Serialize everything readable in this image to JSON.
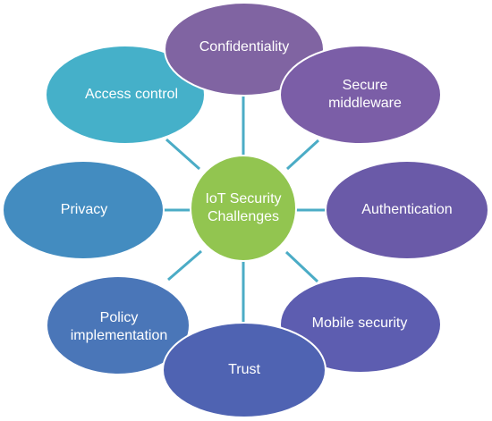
{
  "center": {
    "label": "IoT Security\nChallenges",
    "color": "#92c550"
  },
  "connector_color": "#4bacc6",
  "outline_color": "#ffffff",
  "nodes": [
    {
      "label": "Confidentiality",
      "color": "#8064a2"
    },
    {
      "label": "Secure\nmiddleware",
      "color": "#7b5ea7"
    },
    {
      "label": "Authentication",
      "color": "#6a5aa8"
    },
    {
      "label": "Mobile security",
      "color": "#5d5db0"
    },
    {
      "label": "Trust",
      "color": "#4f63b2"
    },
    {
      "label": "Policy\nimplementation",
      "color": "#4a76b8"
    },
    {
      "label": "Privacy",
      "color": "#438cc0"
    },
    {
      "label": "Access control",
      "color": "#45b0c9"
    }
  ]
}
